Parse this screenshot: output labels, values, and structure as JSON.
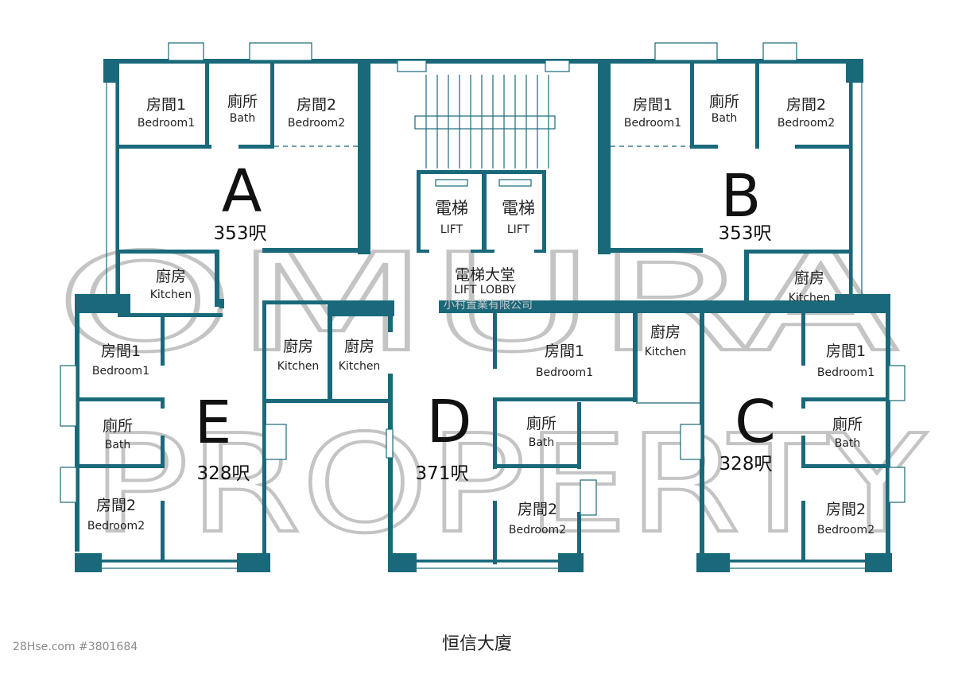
{
  "title": "恒信大廈",
  "site_watermark": "28Hse.com #3801684",
  "brand_watermark": {
    "line1": "OMURA",
    "line2": "PROPERTY",
    "small": "小村置業有限公司"
  },
  "colors": {
    "wall": "#19697a",
    "watermark": "#c4c4c4"
  },
  "lobby": {
    "lift1": {
      "zh": "電梯",
      "en": "LIFT"
    },
    "lift2": {
      "zh": "電梯",
      "en": "LIFT"
    },
    "lobby_zh": "電梯大堂",
    "lobby_en": "LIFT LOBBY"
  },
  "flats": {
    "A": {
      "letter": "A",
      "area": "353呎",
      "bedroom1": {
        "zh": "房間1",
        "en": "Bedroom1"
      },
      "bath": {
        "zh": "廁所",
        "en": "Bath"
      },
      "bedroom2": {
        "zh": "房間2",
        "en": "Bedroom2"
      },
      "kitchen": {
        "zh": "廚房",
        "en": "Kitchen"
      }
    },
    "B": {
      "letter": "B",
      "area": "353呎",
      "bedroom1": {
        "zh": "房間1",
        "en": "Bedroom1"
      },
      "bath": {
        "zh": "廁所",
        "en": "Bath"
      },
      "bedroom2": {
        "zh": "房間2",
        "en": "Bedroom2"
      },
      "kitchen": {
        "zh": "廚房",
        "en": "Kitchen"
      }
    },
    "C": {
      "letter": "C",
      "area": "328呎",
      "kitchen": {
        "zh": "廚房",
        "en": "Kitchen"
      },
      "bedroom1": {
        "zh": "房間1",
        "en": "Bedroom1"
      },
      "bath": {
        "zh": "廁所",
        "en": "Bath"
      },
      "bedroom2": {
        "zh": "房間2",
        "en": "Bedroom2"
      }
    },
    "D": {
      "letter": "D",
      "area": "371呎",
      "kitchen": {
        "zh": "廚房",
        "en": "Kitchen"
      },
      "bedroom1": {
        "zh": "房間1",
        "en": "Bedroom1"
      },
      "bath": {
        "zh": "廁所",
        "en": "Bath"
      },
      "bedroom2": {
        "zh": "房間2",
        "en": "Bedroom2"
      }
    },
    "E": {
      "letter": "E",
      "area": "328呎",
      "bedroom1": {
        "zh": "房間1",
        "en": "Bedroom1"
      },
      "bath": {
        "zh": "廁所",
        "en": "Bath"
      },
      "bedroom2": {
        "zh": "房間2",
        "en": "Bedroom2"
      },
      "kitchen": {
        "zh": "廚房",
        "en": "Kitchen"
      }
    }
  }
}
